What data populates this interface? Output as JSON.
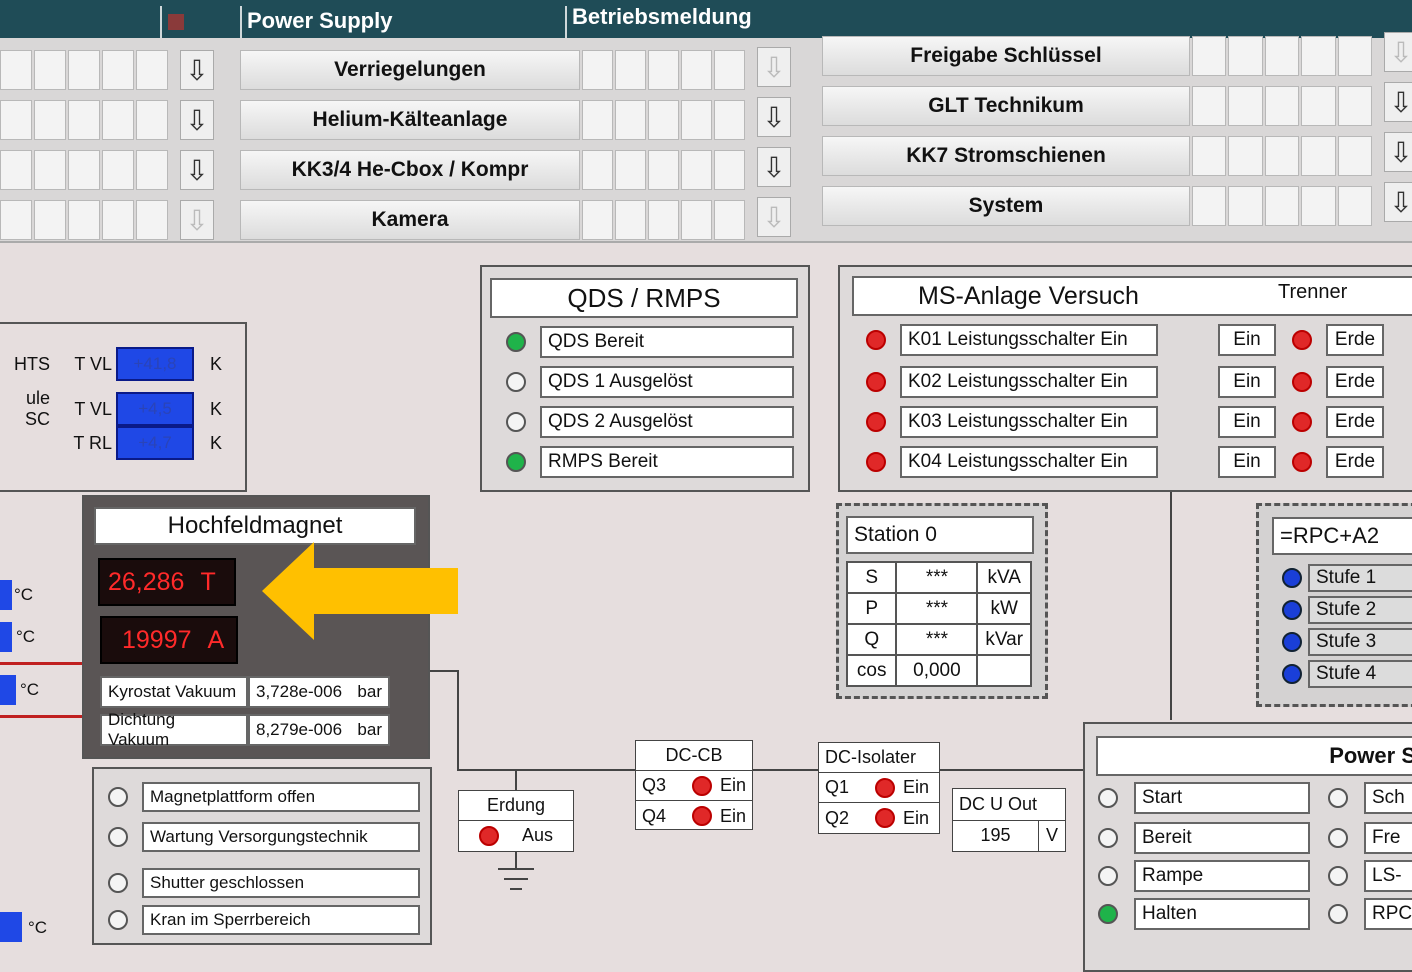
{
  "topbar": {
    "power_supply": "Power Supply",
    "betriebsmeldung": "Betriebsmeldung"
  },
  "buttons": {
    "middle": [
      "Verriegelungen",
      "Helium-Kälteanlage",
      "KK3/4 He-Cbox / Kompr",
      "Kamera"
    ],
    "right": [
      "Freigabe Schlüssel",
      "GLT Technikum",
      "KK7 Stromschienen",
      "System"
    ],
    "arrow": "⇩"
  },
  "temps": {
    "rows": [
      {
        "name": "HTS",
        "label": "T VL",
        "value": "+41,8",
        "unit": "K"
      },
      {
        "name": "ule SC",
        "label": "T VL",
        "value": "+4,5",
        "unit": "K"
      },
      {
        "name": "",
        "label": "T RL",
        "value": "+4,7",
        "unit": "K"
      }
    ]
  },
  "left_edge": {
    "unit": "°C"
  },
  "magnet": {
    "title": "Hochfeldmagnet",
    "field": "26,286",
    "field_unit": "T",
    "current": "19997",
    "current_unit": "A",
    "rows": [
      {
        "label": "Kyrostat Vakuum",
        "value": "3,728e-006",
        "unit": "bar"
      },
      {
        "label": "Dichtung Vakuum",
        "value": "8,279e-006",
        "unit": "bar"
      }
    ]
  },
  "status_list": [
    "Magnetplattform offen",
    "Wartung Versorgungstechnik",
    "Shutter geschlossen",
    "Kran im Sperrbereich"
  ],
  "qds": {
    "title": "QDS / RMPS",
    "items": [
      {
        "label": "QDS Bereit",
        "state": "green"
      },
      {
        "label": "QDS 1 Ausgelöst",
        "state": "off"
      },
      {
        "label": "QDS 2 Ausgelöst",
        "state": "off"
      },
      {
        "label": "RMPS Bereit",
        "state": "green"
      }
    ]
  },
  "ms": {
    "title": "MS-Anlage Versuch",
    "trenner": "Trenner",
    "items": [
      {
        "label": "K01 Leistungsschalter Ein",
        "ein": "Ein",
        "erde": "Erde"
      },
      {
        "label": "K02 Leistungsschalter Ein",
        "ein": "Ein",
        "erde": "Erde"
      },
      {
        "label": "K03 Leistungsschalter Ein",
        "ein": "Ein",
        "erde": "Erde"
      },
      {
        "label": "K04 Leistungsschalter Ein",
        "ein": "Ein",
        "erde": "Erde"
      }
    ]
  },
  "station": {
    "title": "Station 0",
    "rows": [
      [
        "S",
        "***",
        "kVA"
      ],
      [
        "P",
        "***",
        "kW"
      ],
      [
        "Q",
        "***",
        "kVar"
      ],
      [
        "cos",
        "0,000",
        ""
      ]
    ]
  },
  "rpc": {
    "title": "=RPC+A2",
    "items": [
      "Stufe 1",
      "Stufe 2",
      "Stufe 3",
      "Stufe 4"
    ]
  },
  "erdung": {
    "title": "Erdung",
    "state": "Aus"
  },
  "dccb": {
    "title": "DC-CB",
    "rows": [
      {
        "name": "Q3",
        "state": "Ein"
      },
      {
        "name": "Q4",
        "state": "Ein"
      }
    ]
  },
  "dciso": {
    "title": "DC-Isolater",
    "rows": [
      {
        "name": "Q1",
        "state": "Ein"
      },
      {
        "name": "Q2",
        "state": "Ein"
      }
    ]
  },
  "dcu": {
    "title": "DC U Out",
    "value": "195",
    "unit": "V"
  },
  "power": {
    "title": "Power S",
    "left": [
      {
        "label": "Start",
        "state": "off"
      },
      {
        "label": "Bereit",
        "state": "off"
      },
      {
        "label": "Rampe",
        "state": "off"
      },
      {
        "label": "Halten",
        "state": "green"
      }
    ],
    "right": [
      "Sch",
      "Fre",
      "LS-",
      "RPC"
    ]
  }
}
